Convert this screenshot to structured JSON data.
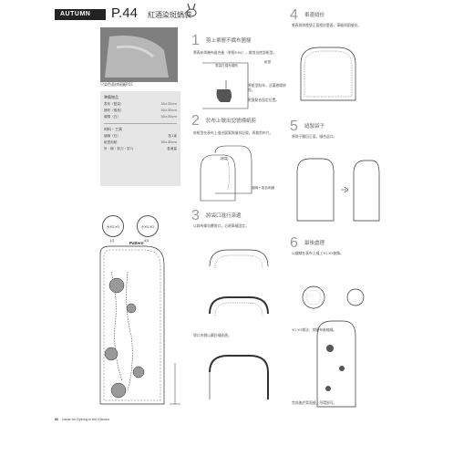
{
  "header": {
    "season": "AUTUMN",
    "page": "P.44",
    "title": "紅酒染斑鍋袋"
  },
  "photo_caption": "只染色面拼接圖P.01",
  "materials": {
    "section1_title": "準備物品",
    "items1": [
      {
        "name": "表布（藍染）",
        "size": "30×35cm"
      },
      {
        "name": "裡布（素色）",
        "size": "30×35cm"
      },
      {
        "name": "襯棉（白）",
        "size": "30×35cm"
      }
    ],
    "section2_title": "材料・工具",
    "items2": [
      {
        "name": "繡線（紅）",
        "size": "各1束"
      },
      {
        "name": "紙型用紙",
        "size": "30×35cm"
      },
      {
        "name": "針・線・剪刀・熨斗",
        "size": "各適量"
      }
    ]
  },
  "yoyo": {
    "large": "大YO-YO",
    "small": "小YO-YO",
    "large_count": "1片",
    "small_count": "4片"
  },
  "pattern_label": "Pattern",
  "steps": [
    {
      "num": "1",
      "title": "剪上單層不織布圖樣"
    },
    {
      "num": "2",
      "title": "於布上做出記號標紙剪"
    },
    {
      "num": "3",
      "title": "將袋口進行滾邊"
    },
    {
      "num": "4",
      "title": "車邊縫份"
    },
    {
      "num": "5",
      "title": "縫製袋子"
    },
    {
      "num": "6",
      "title": "最後處理"
    }
  ],
  "notes": {
    "s1a": "將表布與襯布疊合後（參照P.84），裁剪出底部紙型。",
    "s1b": "將紙型貼布，沿著邊緣修剪。",
    "s1c": "熨燙黏合固定位置。",
    "s1_lbl1": "表袋打褶布襯布",
    "s1_lbl2": "紙型",
    "s2a": "依紙型在表布上描出圖案與縫份記號，再裁剪布片。",
    "s2_lbl1": "裡袋",
    "s2_lbl2": "繡線＋各色刺繡",
    "s3a": "以斜布條包覆袋口，沿邊車縫固定。",
    "s3b": "袋口內側以藏針縫收邊。",
    "s4a": "將表袋與裡袋正面相對重疊，車縫周圍縫份。",
    "s5a": "將袋子翻回正面，縫合返口。",
    "s6a": "以繡線在表布上縫上YO-YO裝飾。",
    "s6b": "YO-YO做法：剪圓布後縮縫。",
    "s6c": "完成後於背面縫上吊環即可。"
  },
  "footer": {
    "page": "80",
    "text": "Ideas for Dyeing in the Kitchen"
  }
}
